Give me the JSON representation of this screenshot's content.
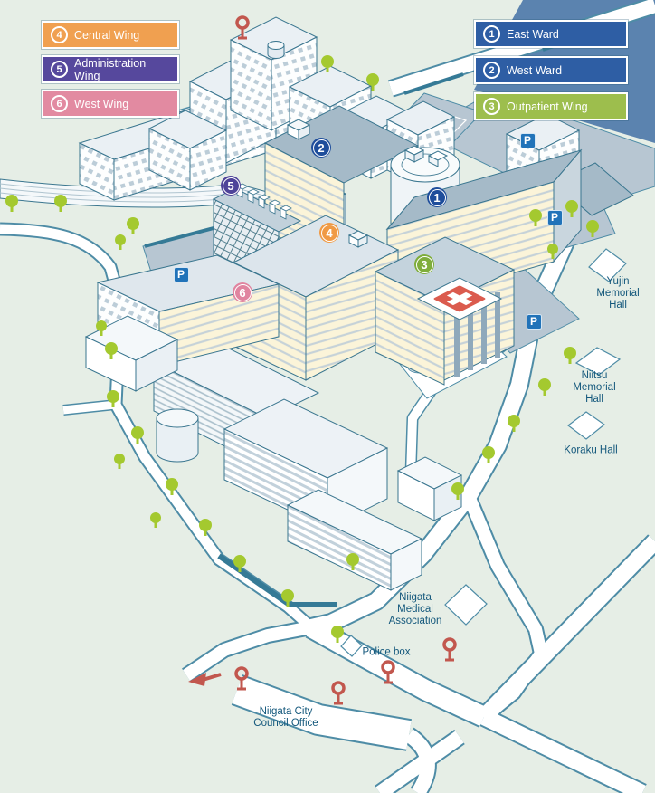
{
  "legend": {
    "left": [
      {
        "number": "4",
        "label": "Central Wing",
        "color": "#F0A050"
      },
      {
        "number": "5",
        "label": "Administration Wing",
        "color": "#56489D"
      },
      {
        "number": "6",
        "label": "West Wing",
        "color": "#E28AA1"
      }
    ],
    "right": [
      {
        "number": "1",
        "label": "East Ward",
        "color": "#2E5EA4"
      },
      {
        "number": "2",
        "label": "West Ward",
        "color": "#2E5EA4"
      },
      {
        "number": "3",
        "label": "Outpatient Wing",
        "color": "#9DBE4D"
      }
    ]
  },
  "map": {
    "parking_label": "P",
    "badges": [
      {
        "number": "1",
        "color": "#1E4D9B"
      },
      {
        "number": "2",
        "color": "#1E4D9B"
      },
      {
        "number": "3",
        "color": "#7FAD3B"
      },
      {
        "number": "4",
        "color": "#F09A45"
      },
      {
        "number": "5",
        "color": "#4E4399"
      },
      {
        "number": "6",
        "color": "#E084A0"
      }
    ],
    "landmarks": {
      "yujin": "Yujin\nMemorial Hall",
      "niitsu": "Niitsu\nMemorial Hall",
      "koraku": "Koraku Hall",
      "medical_association": "Niigata\nMedical\nAssociation",
      "police_box": "Police box",
      "council_office": "Niigata City\nCouncil Office"
    },
    "colors": {
      "background": "#E6EEE6",
      "road_outline": "#4E8CA6",
      "building_outline": "#3A768F",
      "cream_building": "#FBF4D9",
      "slate_roof": "#A5BAC8",
      "parking_lot": "#B7C6D2",
      "blue_zone": "#5B83AF",
      "tree_green": "#A4C92F",
      "signal_red": "#C2574E",
      "helipad_red": "#DB5B4E",
      "parking_badge_blue": "#2173B9",
      "label_text": "#14587C"
    }
  }
}
